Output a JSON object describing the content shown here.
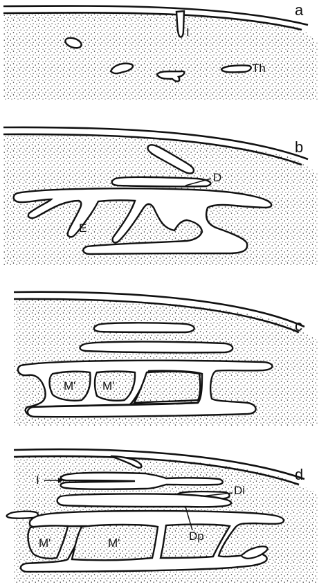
{
  "panels": [
    {
      "letter": "a",
      "labels": {
        "invagination": "I",
        "thylakoid": "Th"
      }
    },
    {
      "letter": "b",
      "labels": {
        "d": "D",
        "e": "E"
      }
    },
    {
      "letter": "c",
      "labels": {
        "m1": "M'",
        "m2": "M'"
      }
    },
    {
      "letter": "d",
      "labels": {
        "i": "I",
        "di": "Di",
        "dp": "Dp",
        "m1": "M'",
        "m2": "M'"
      }
    }
  ],
  "colors": {
    "ink": "#111111",
    "paper": "#ffffff"
  },
  "icons": {
    "arrow": "right-arrow-icon"
  }
}
